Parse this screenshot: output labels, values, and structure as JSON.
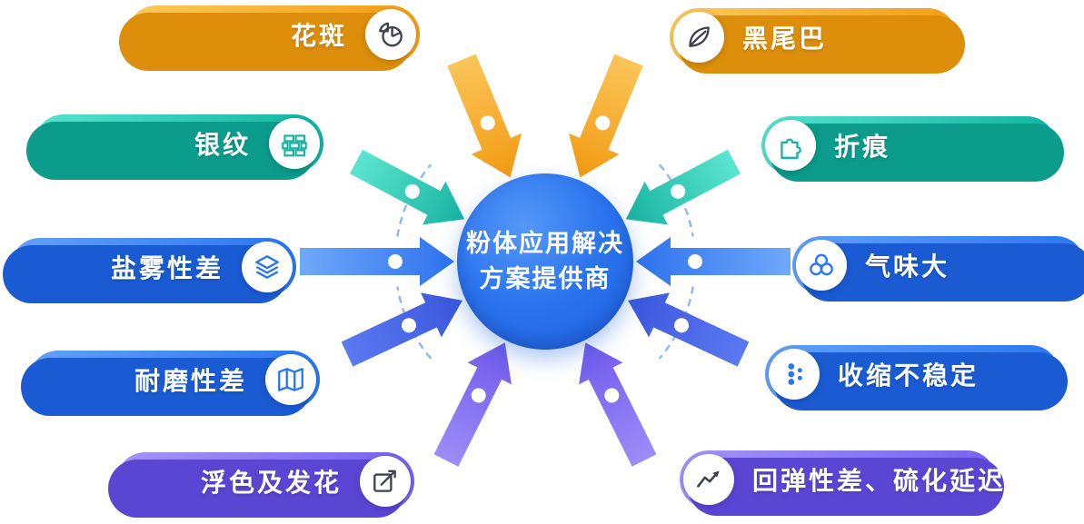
{
  "center": {
    "line1": "粉体应用解决",
    "line2": "方案提供商",
    "color": "#2268E8"
  },
  "items": [
    {
      "label": "花斑",
      "icon": "pie-chart-icon",
      "color": "#F49D15",
      "side": "left"
    },
    {
      "label": "黑尾巴",
      "icon": "leaf-icon",
      "color": "#F49D15",
      "side": "right"
    },
    {
      "label": "银纹",
      "icon": "bricks-icon",
      "color": "#10B5A3",
      "side": "left"
    },
    {
      "label": "折痕",
      "icon": "puzzle-icon",
      "color": "#10B5A3",
      "side": "right"
    },
    {
      "label": "盐雾性差",
      "icon": "layers-icon",
      "color": "#2B77F0",
      "side": "left"
    },
    {
      "label": "气味大",
      "icon": "bubbles-icon",
      "color": "#2B77F0",
      "side": "right"
    },
    {
      "label": "耐磨性差",
      "icon": "map-icon",
      "color": "#2B77F0",
      "side": "left"
    },
    {
      "label": "收缩不稳定",
      "icon": "dots-icon",
      "color": "#2B77F0",
      "side": "right"
    },
    {
      "label": "浮色及发花",
      "icon": "trend-arrow-icon",
      "color": "#7862F1",
      "side": "left"
    },
    {
      "label": "回弹性差、硫化延迟",
      "icon": "line-chart-icon",
      "color": "#7862F1",
      "side": "right"
    }
  ]
}
